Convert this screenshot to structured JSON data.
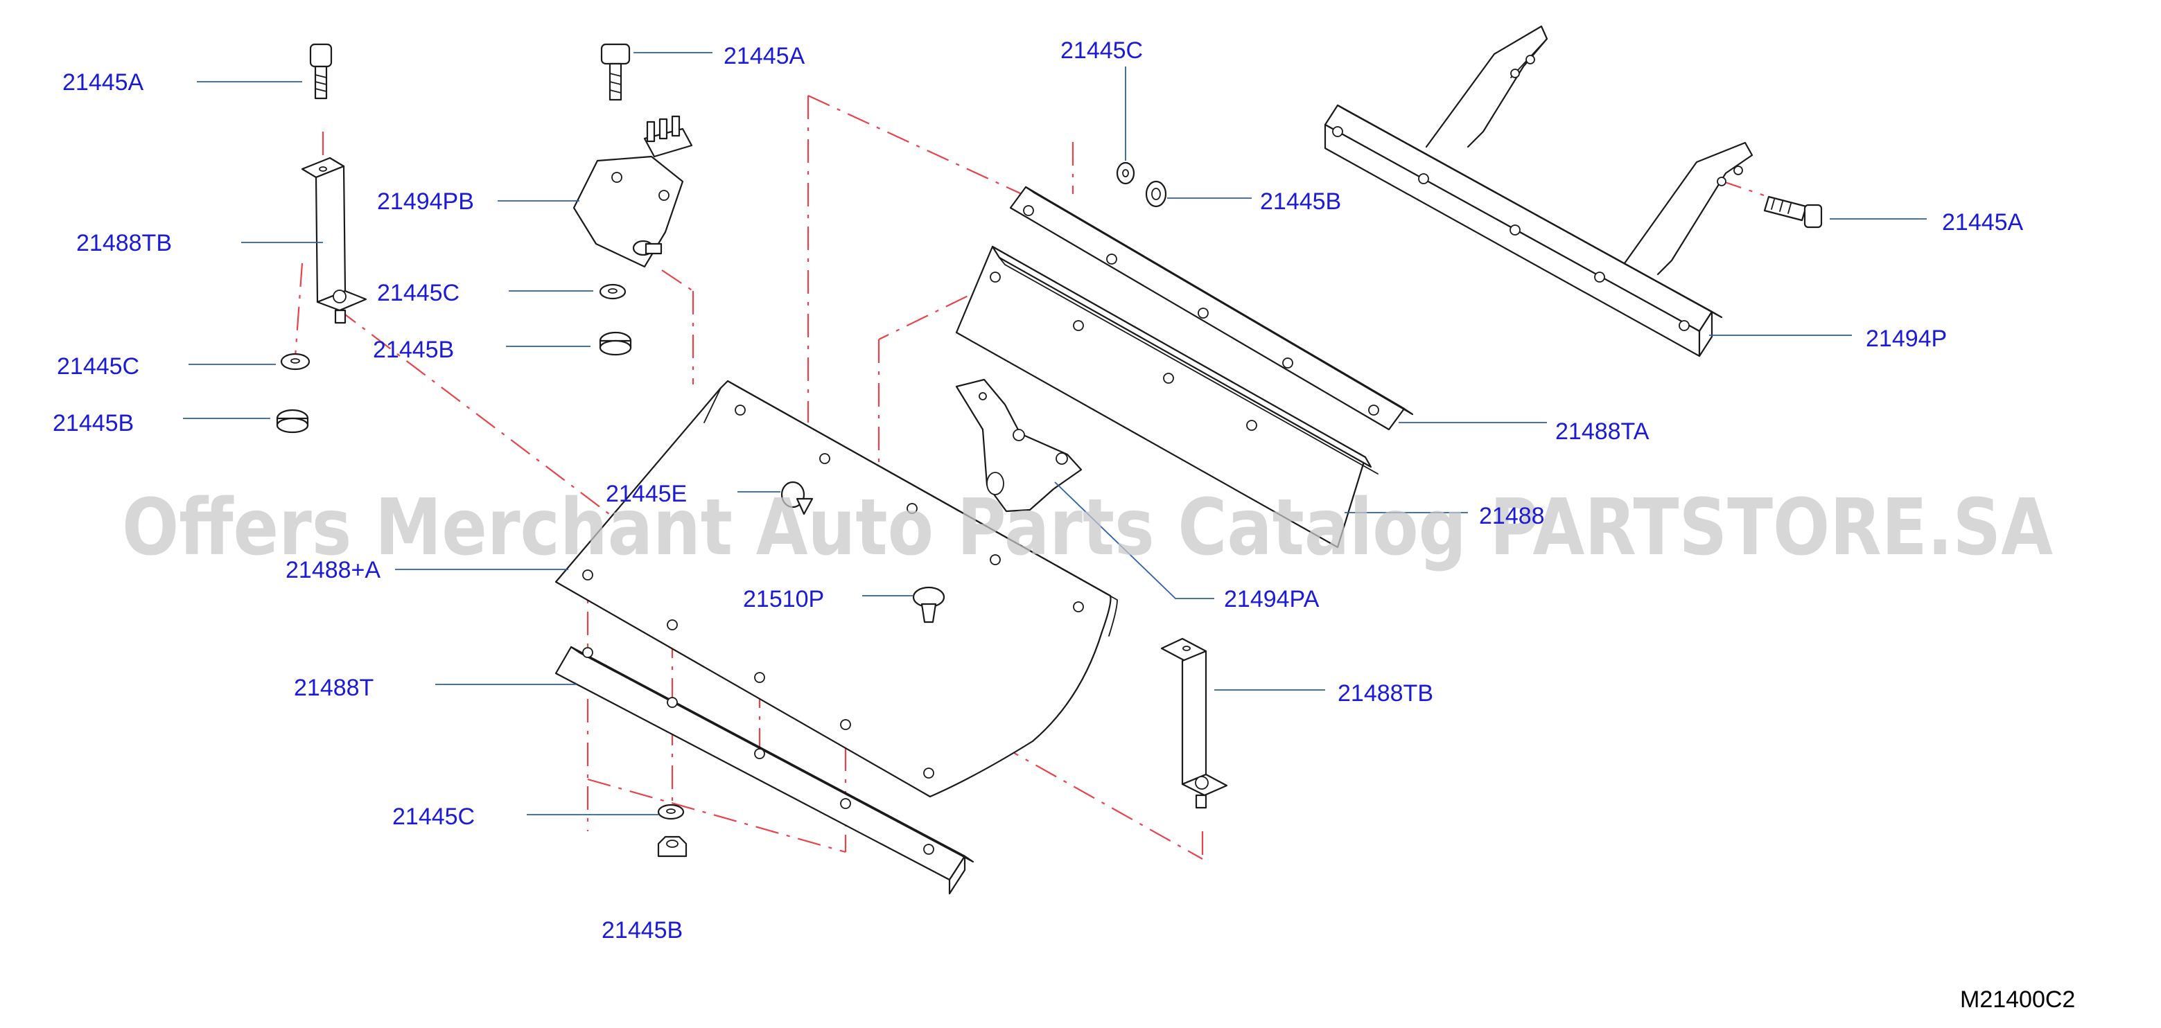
{
  "watermark": "Offers Merchant Auto Parts Catalog PARTSTORE.SA",
  "diagram_code": "M21400C2",
  "colors": {
    "label": "#1a1ad8",
    "leader": "#2d5fa8",
    "centerline": "#e8424a",
    "part_outline": "#1a1a1a"
  },
  "labels": {
    "bolt_top_left": "21445A",
    "bracket_left": "21488TB",
    "washer_left": "21445C",
    "nut_left": "21445B",
    "bolt_top_mid": "21445A",
    "bracket_plate": "21494PB",
    "washer_mid": "21445C",
    "nut_mid": "21445B",
    "washer_top_right": "21445C",
    "nut_top_right": "21445B",
    "bolt_right": "21445A",
    "rail_right": "21494P",
    "strip_upper": "21488TA",
    "strip_lower": "21488",
    "clip_e": "21445E",
    "seal_main": "21488+A",
    "clip_p": "21510P",
    "bracket_pa": "21494PA",
    "strip_bottom": "21488T",
    "bracket_right_bottom": "21488TB",
    "washer_bottom": "21445C",
    "nut_bottom": "21445B"
  }
}
